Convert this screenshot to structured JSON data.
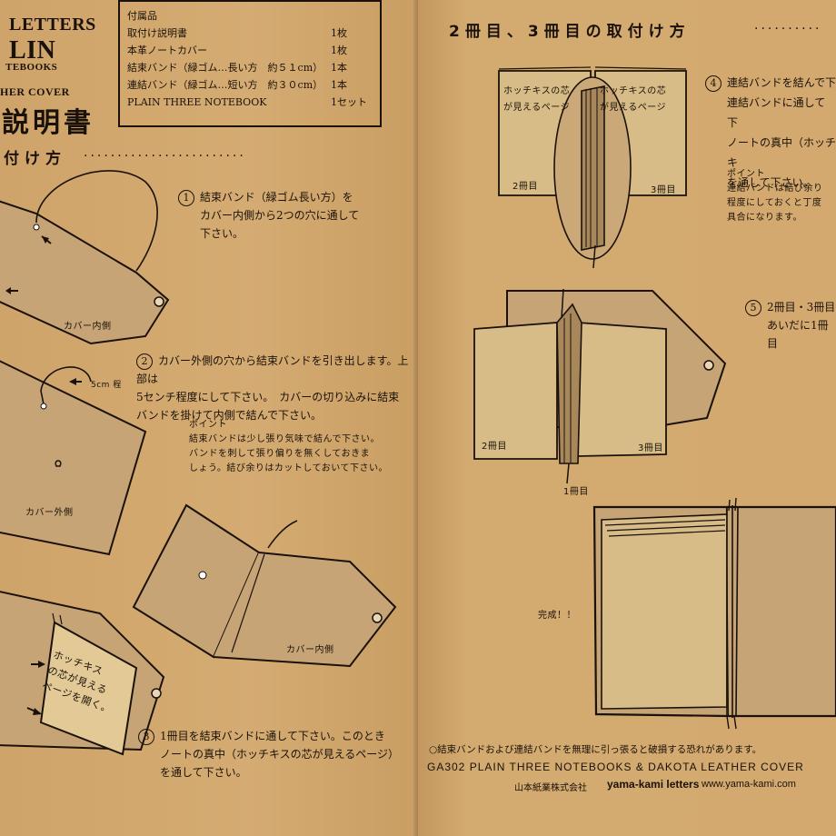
{
  "left": {
    "brand_line1": "LETTERS",
    "brand_line2": "LIN",
    "brand_line3": "TEBOOKS",
    "brand_line4": "HER COVER",
    "title": "説明書",
    "heading": "付け方",
    "heading_dots": "........................",
    "accessories": {
      "header": "付属品",
      "items": [
        {
          "name": "取付け説明書",
          "qty": "1枚"
        },
        {
          "name": "本革ノートカバー",
          "qty": "1枚"
        },
        {
          "name": "結束バンド（緑ゴム…長い方　約５１cm）",
          "qty": "1本"
        },
        {
          "name": "連結バンド（緑ゴム…短い方　約３０cm）",
          "qty": "1本"
        },
        {
          "name": "PLAIN THREE NOTEBOOK",
          "qty": "1セット"
        }
      ]
    },
    "step1": {
      "num": "1",
      "lines": [
        "結束バンド（緑ゴム長い方）を",
        "カバー内側から2つの穴に通して",
        "下さい。"
      ]
    },
    "step1_label": "カバー内側",
    "step2": {
      "num": "2",
      "lines": [
        "カバー外側の穴から結束バンドを引き出します。上部は",
        "5センチ程度にして下さい。　カバーの切り込みに結束",
        "バンドを掛けて内側で結んで下さい。"
      ]
    },
    "step2_measure": "5cm 程",
    "step2_label": "カバー外側",
    "point_title": "ポイント",
    "point_lines": [
      "結束バンドは少し張り気味で結んで下さい。",
      "バンドを刺して張り偏りを無くしておきま",
      "しょう。結び余りはカットしておいて下さい。"
    ],
    "fig3_label": "カバー内側",
    "notebook_note": [
      "ホッチキス",
      "の芯が見える",
      "ページを開く。"
    ],
    "step3": {
      "num": "3",
      "lines": [
        "1冊目を結束バンドに通して下さい。このとき",
        "ノートの真中（ホッチキスの芯が見えるページ）",
        "を通して下さい。"
      ]
    }
  },
  "right": {
    "heading": "2冊目、3冊目の取付け方",
    "heading_dots": "..........",
    "fig1_left_label": [
      "ホッチキスの芯",
      "が見えるページ"
    ],
    "fig1_right_label": [
      "ホッチキスの芯",
      "が見えるページ"
    ],
    "fig1_book2": "2冊目",
    "fig1_book3": "3冊目",
    "step4": {
      "num": "4",
      "lines": [
        "連結バンドを結んで下",
        "連結バンドに通して下",
        "ノートの真中（ホッチキ",
        "を通して下さい。"
      ]
    },
    "step4_point_title": "ポイント",
    "step4_point_lines": [
      "連結バンドは結び余り",
      "程度にしておくと丁度",
      "具合になります。"
    ],
    "step5": {
      "num": "5",
      "lines": [
        "2冊目・3冊目",
        "あいだに1冊目"
      ]
    },
    "fig2_book2": "2冊目",
    "fig2_book3": "3冊目",
    "fig2_book1": "1冊目",
    "done": "完成！！",
    "warning": "○結束バンドおよび連結バンドを無理に引っ張ると破損する恐れがあります。",
    "product_code": "GA302 PLAIN THREE NOTEBOOKS & DAKOTA LEATHER COVER",
    "company_jp": "山本紙業株式会社",
    "company_en": "yama-kami letters",
    "url": "www.yama-kami.com"
  },
  "colors": {
    "paper": "#d1a86e",
    "ink": "#1a120a",
    "cover_fill": "#c6a476"
  }
}
